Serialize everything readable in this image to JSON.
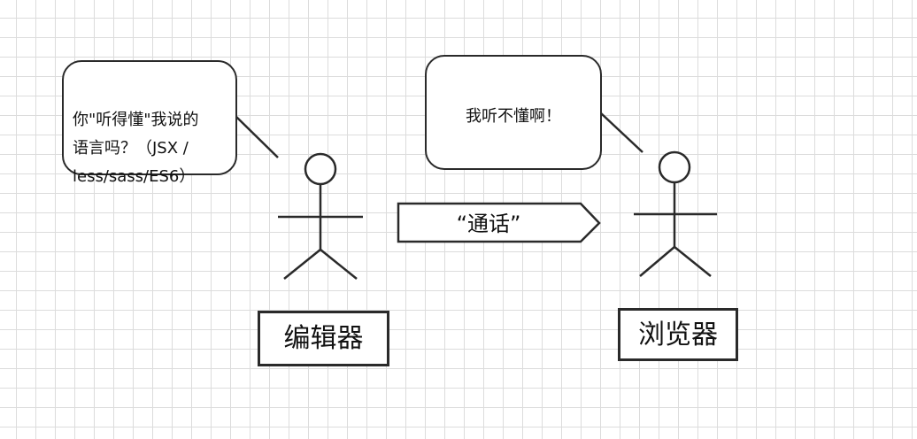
{
  "speech_bubbles": {
    "editor_text": "你\"听得懂\"我说的\n语言吗？（JSX /\nless/sass/ES6）",
    "browser_text": "我听不懂啊！"
  },
  "arrow": {
    "label": "“通话”"
  },
  "actors": {
    "editor_label": "编辑器",
    "browser_label": "浏览器"
  }
}
